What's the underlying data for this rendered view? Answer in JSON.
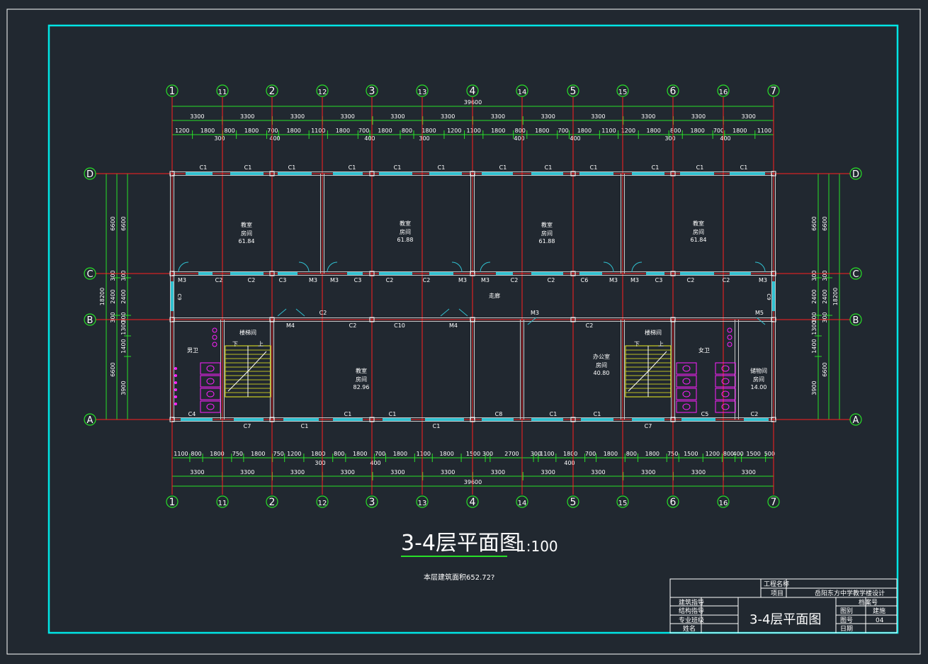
{
  "drawing": {
    "title": "3-4层平面图",
    "scale": "1:100",
    "area_note": "本层建筑面积652.72?"
  },
  "axes": {
    "columns": [
      "1",
      "1/1",
      "2",
      "1/2",
      "3",
      "1/3",
      "4",
      "1/4",
      "5",
      "1/5",
      "6",
      "1/6",
      "7"
    ],
    "rows": [
      "D",
      "C",
      "B",
      "A"
    ]
  },
  "dimensions": {
    "total": "39600",
    "bays": [
      "3300",
      "3300",
      "3300",
      "3300",
      "3300",
      "3300",
      "3300",
      "3300",
      "3300",
      "3300",
      "3300",
      "3300"
    ],
    "top_detail": [
      "1200",
      "1800",
      "800",
      "1800",
      "700",
      "1800",
      "1100",
      "1800",
      "700",
      "1800",
      "800",
      "1800",
      "1200",
      "1100",
      "1800",
      "800",
      "1800",
      "700",
      "1800",
      "1100",
      "1200",
      "1800",
      "800",
      "1800",
      "700",
      "1800",
      "1100"
    ],
    "top_marks": [
      "300",
      "400",
      "400",
      "300",
      "400",
      "400",
      "300",
      "400"
    ],
    "bottom_detail": [
      "1100",
      "800",
      "1800",
      "750",
      "1800",
      "750",
      "1200",
      "1800",
      "800",
      "1800",
      "700",
      "1800",
      "1100",
      "1800",
      "1500",
      "300",
      "2700",
      "300",
      "1100",
      "1800",
      "700",
      "1800",
      "800",
      "1800",
      "750",
      "1500",
      "1200",
      "800",
      "400",
      "1500",
      "500"
    ],
    "bottom_marks": [
      "300",
      "400",
      "400"
    ],
    "side_left": [
      "6600",
      "300",
      "2400",
      "300",
      "1300",
      "1400",
      "3900",
      "6600"
    ],
    "side_total": "18200",
    "side_right": [
      "6600",
      "300",
      "2400",
      "300",
      "1300",
      "1400",
      "3900",
      "6600"
    ]
  },
  "rooms": [
    {
      "name": "教室",
      "sub": "房间",
      "area": "61.84"
    },
    {
      "name": "教室",
      "sub": "房间",
      "area": "61.88"
    },
    {
      "name": "教室",
      "sub": "房间",
      "area": "61.88"
    },
    {
      "name": "教室",
      "sub": "房间",
      "area": "61.84"
    },
    {
      "name": "走廊",
      "sub": "",
      "area": ""
    },
    {
      "name": "教室",
      "sub": "房间",
      "area": "82.96"
    },
    {
      "name": "办公室",
      "sub": "房间",
      "area": "40.80"
    },
    {
      "name": "储物间",
      "sub": "房间",
      "area": "14.00"
    },
    {
      "name": "楼梯间",
      "sub": "",
      "area": ""
    },
    {
      "name": "楼梯间",
      "sub": "",
      "area": ""
    },
    {
      "name": "男卫",
      "sub": "",
      "area": ""
    },
    {
      "name": "女卫",
      "sub": "",
      "area": ""
    }
  ],
  "openings": {
    "top_windows": [
      "C1",
      "C1",
      "C1",
      "C1",
      "C1",
      "C1",
      "C1",
      "C1",
      "C1",
      "C1",
      "C1",
      "C1"
    ],
    "c_line": [
      "M3",
      "C2",
      "C2",
      "C3",
      "M3",
      "M3",
      "C3",
      "C2",
      "C2",
      "M3",
      "M3",
      "C2",
      "C2",
      "C6",
      "M3",
      "M3",
      "C3",
      "C2",
      "C2",
      "M3"
    ],
    "b_line": [
      "M4",
      "C2",
      "C2",
      "C10",
      "M4",
      "M3",
      "C2",
      "M5"
    ],
    "a_line": [
      "C4",
      "C7",
      "C1",
      "C1",
      "C1",
      "C1",
      "C8",
      "C1",
      "C1",
      "C7",
      "C5",
      "C2"
    ],
    "side": [
      "C9",
      "C9"
    ],
    "stair_labels": [
      "下",
      "上",
      "下",
      "上"
    ]
  },
  "title_block": {
    "project_label": "工程名称",
    "item_label": "项目",
    "item_value": "岳阳东方中学教学楼设计",
    "archive_label": "档案号",
    "drawing_name": "3-4层平面图",
    "rows": [
      {
        "label": "建筑指导",
        "key": "图别",
        "value": "建施"
      },
      {
        "label": "结构指导",
        "key": "图号",
        "value": "04"
      },
      {
        "label": "专业班级",
        "key": "日期",
        "value": ""
      },
      {
        "label": "姓名",
        "key": "",
        "value": ""
      }
    ]
  },
  "colors": {
    "background": "#212830",
    "frame": "#00e5e5",
    "axis": "#ff2020",
    "dimension": "#28e028",
    "wall": "#c8c8c8",
    "window": "#30c0d0",
    "fixture": "#ff20ff",
    "stair": "#f0f020",
    "text": "#ffffff"
  }
}
